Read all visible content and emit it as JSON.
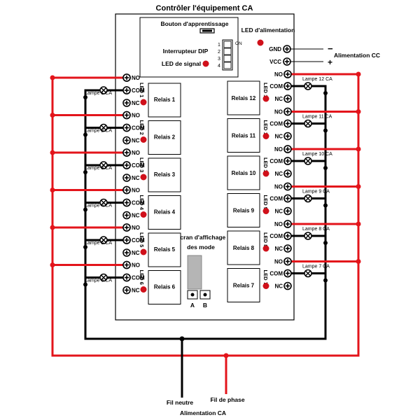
{
  "title": "Contrôler l'équipement CA",
  "controller": {
    "learn_button": "Bouton d'apprentissage",
    "power_led": "LED d'alimentation",
    "dip_switch": "Interrupteur DIP",
    "dip_on": "ON",
    "dip_numbers": [
      "1",
      "2",
      "3",
      "4"
    ],
    "signal_led": "LED de signal",
    "display_label_1": "Écran d'affichage",
    "display_label_2": "des mode",
    "button_a": "A",
    "button_b": "B"
  },
  "dc_power": {
    "gnd": "GND",
    "vcc": "VCC",
    "minus": "−",
    "plus": "+",
    "label": "Alimentation CC"
  },
  "terminals": {
    "no": "NO",
    "com": "COM",
    "nc": "NC"
  },
  "left_relays": [
    {
      "relay": "Relais 1",
      "led": "LED 1",
      "lamp": "Lampe 1 CA"
    },
    {
      "relay": "Relais 2",
      "led": "LED 2",
      "lamp": "Lampe 2 CA"
    },
    {
      "relay": "Relais 3",
      "led": "LED 3",
      "lamp": "Lampe 3 CA"
    },
    {
      "relay": "Relais 4",
      "led": "LED 4",
      "lamp": "Lampe 4 CA"
    },
    {
      "relay": "Relais 5",
      "led": "LED 5",
      "lamp": "Lampe 5 CA"
    },
    {
      "relay": "Relais 6",
      "led": "LED 6",
      "lamp": "Lampe 6 CA"
    }
  ],
  "right_relays": [
    {
      "relay": "Relais 12",
      "led": "LED 12",
      "lamp": "Lampe 12 CA"
    },
    {
      "relay": "Relais 11",
      "led": "LED 11",
      "lamp": "Lampe 11 CA"
    },
    {
      "relay": "Relais 10",
      "led": "LED 10",
      "lamp": "Lampe 10 CA"
    },
    {
      "relay": "Relais 9",
      "led": "LED 9",
      "lamp": "Lampe 9 CA"
    },
    {
      "relay": "Relais 8",
      "led": "LED 8",
      "lamp": "Lampe 8 CA"
    },
    {
      "relay": "Relais 7",
      "led": "LED 7",
      "lamp": "Lampe 7 CA"
    }
  ],
  "ac_power": {
    "neutral": "Fil neutre",
    "phase": "Fil de phase",
    "label": "Alimentation CA"
  },
  "colors": {
    "phase_wire": "#e3141b",
    "neutral_wire": "#000000",
    "led": "#d0101a"
  }
}
